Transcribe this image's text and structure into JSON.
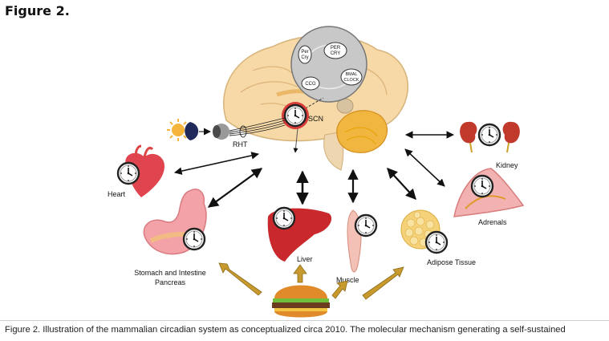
{
  "figure_heading": "Figure 2.",
  "labels": {
    "scn": "SCN",
    "rht": "RHT",
    "heart": "Heart",
    "stomach_line1": "Stomach and Intestine",
    "stomach_line2": "Pancreas",
    "liver": "Liver",
    "muscle": "Muscle",
    "adipose": "Adipose Tissue",
    "adrenals": "Adrenals",
    "kidney": "Kidney"
  },
  "clock_genes": {
    "per": "PER",
    "cry": "CRY",
    "per_small": "Per",
    "cry_small": "Cry",
    "bmal": "BMAL",
    "clock": "CLOCK",
    "ccg": "CCG"
  },
  "caption": "Figure 2. Illustration of the mammalian circadian system as conceptualized circa 2010. The molecular mechanism generating a self-sustained"
}
